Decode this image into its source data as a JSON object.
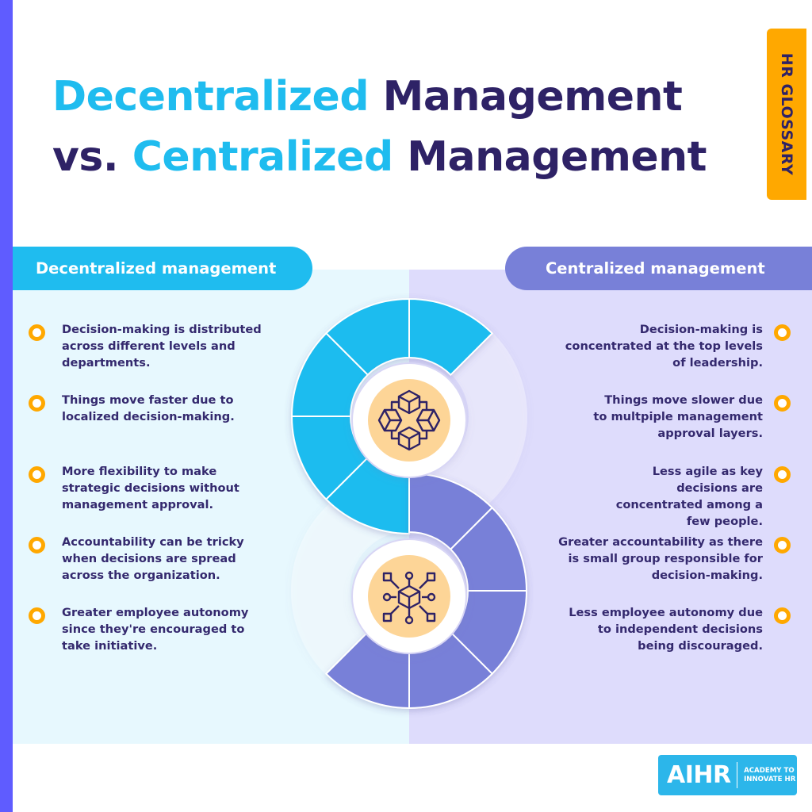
{
  "title": {
    "line1_highlight": "Decentralized",
    "line1_rest": " Management",
    "line2_prefix": "vs. ",
    "line2_highlight": "Centralized",
    "line2_rest": " Management"
  },
  "tag": {
    "label": "HR GLOSSARY"
  },
  "left": {
    "heading": "Decentralized management",
    "items": [
      {
        "text": "Decision-making is distributed across different levels and departments."
      },
      {
        "text": "Things move faster due to localized decision-making."
      },
      {
        "text": "More flexibility to make strategic decisions without management approval."
      },
      {
        "text": "Accountability can be tricky when decisions are spread across the organization."
      },
      {
        "text": "Greater employee autonomy since they're encouraged to take initiative."
      }
    ]
  },
  "right": {
    "heading": "Centralized management",
    "items": [
      {
        "text": "Decision-making is concentrated at the top levels of leadership."
      },
      {
        "text": "Things move slower due to multpiple management approval layers."
      },
      {
        "text": "Less agile as key decisions are concentrated among a few people."
      },
      {
        "text": "Greater accountability as there is small group responsible for decision-making."
      },
      {
        "text": "Less employee autonomy due to independent decisions being discouraged."
      }
    ]
  },
  "diagram": {
    "top_icon": "distributed-cubes-icon",
    "bottom_icon": "central-hub-network-icon"
  },
  "logo": {
    "mark": "AIHR",
    "tagline_line1": "ACADEMY TO",
    "tagline_line2": "INNOVATE HR"
  },
  "colors": {
    "accent_bar": "#5f5cff",
    "navy": "#2e2266",
    "cyan": "#1fbcef",
    "purple": "#7880d8",
    "orange": "#ffa800",
    "left_bg": "#e7f8fe",
    "right_bg": "#dedcfc",
    "icon_bg": "#fdd597"
  }
}
